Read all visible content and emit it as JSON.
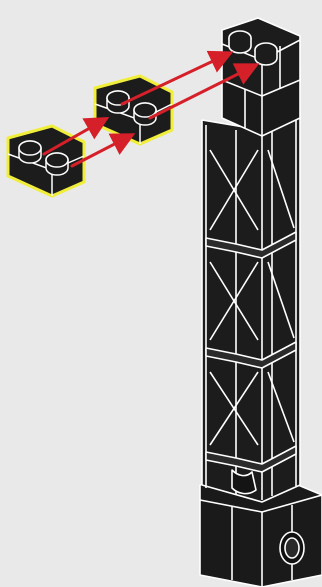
{
  "illustration": {
    "background_color": "#e9e9e9",
    "brick_color": "#1c1c1c",
    "highlight_color": "#f0ee3a",
    "arrow_color": "#d5202a",
    "parts": [
      {
        "name": "plate-1x2-first",
        "highlighted": true
      },
      {
        "name": "plate-1x2-second",
        "highlighted": true
      },
      {
        "name": "support-column-2x2x10",
        "highlighted": false
      }
    ],
    "arrows": [
      {
        "from": "plate-1x2-first",
        "to": "plate-1x2-second"
      },
      {
        "from": "plate-1x2-second",
        "to": "support-column-2x2x10"
      }
    ]
  }
}
